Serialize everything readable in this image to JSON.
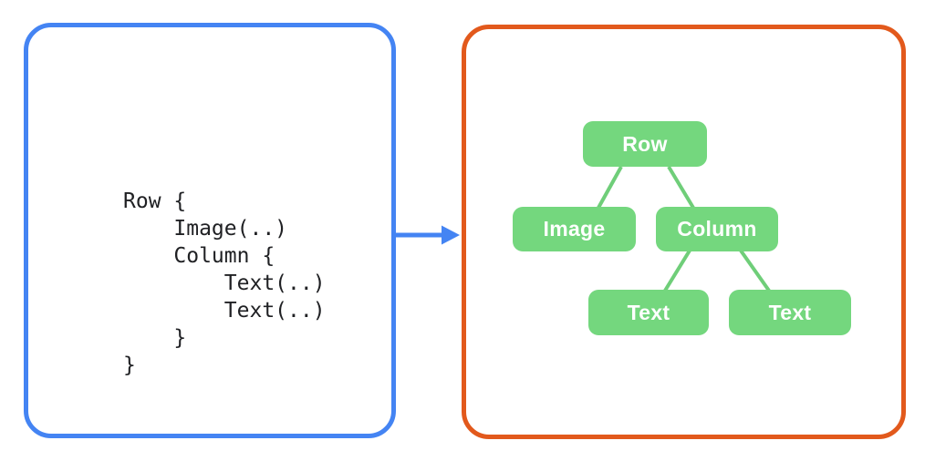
{
  "colors": {
    "code_panel_border": "#4484F3",
    "tree_panel_border": "#E2591C",
    "arrow": "#4484F3",
    "node_fill": "#74D77E",
    "connector_line": "#6FCE79",
    "node_text": "#FFFFFF",
    "code_text": "#202124",
    "background": "#FFFFFF"
  },
  "code_panel": {
    "language": "compose-dsl",
    "lines": [
      "Row {",
      "    Image(..)",
      "    Column {",
      "        Text(..)",
      "        Text(..)",
      "    }",
      "}"
    ]
  },
  "arrow": {
    "direction": "right"
  },
  "tree_panel": {
    "nodes": {
      "row": "Row",
      "image": "Image",
      "column": "Column",
      "text1": "Text",
      "text2": "Text"
    },
    "edges": [
      {
        "from": "row",
        "to": "image"
      },
      {
        "from": "row",
        "to": "column"
      },
      {
        "from": "column",
        "to": "text1"
      },
      {
        "from": "column",
        "to": "text2"
      }
    ]
  }
}
